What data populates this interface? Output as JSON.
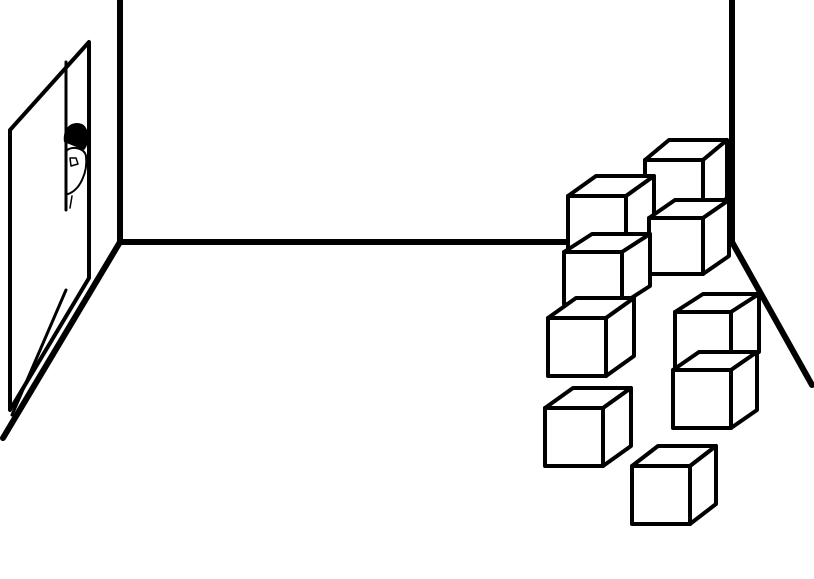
{
  "scene": {
    "description_label": "",
    "colors": {
      "background": "#ffffff",
      "stroke": "#000000"
    },
    "objects": {
      "door": {
        "state": "ajar"
      },
      "peeking_figure": {
        "icon": "person-peeking-icon"
      },
      "boxes": [
        {
          "id": 1,
          "group": "back-stack-top"
        },
        {
          "id": 2,
          "group": "back-stack-bottom"
        },
        {
          "id": 3,
          "group": "left-stack-top"
        },
        {
          "id": 4,
          "group": "left-stack-bottom"
        },
        {
          "id": 5,
          "group": "middle-left"
        },
        {
          "id": 6,
          "group": "right-stack-top"
        },
        {
          "id": 7,
          "group": "right-stack-bottom"
        },
        {
          "id": 8,
          "group": "front-left"
        },
        {
          "id": 9,
          "group": "front-center"
        }
      ]
    }
  }
}
